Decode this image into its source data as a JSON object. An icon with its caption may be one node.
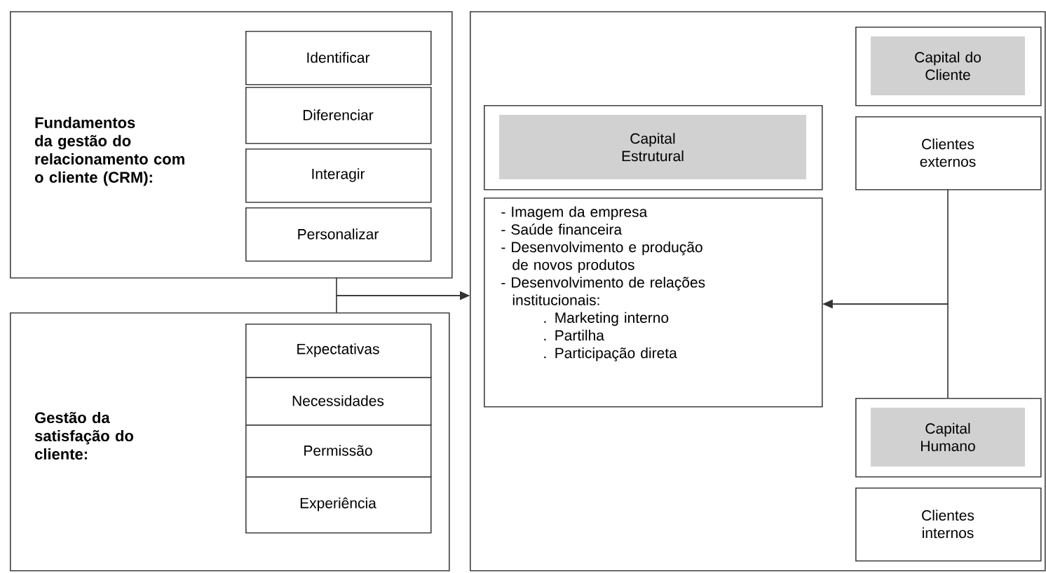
{
  "diagram": {
    "nodes": [
      {
        "text": [
          "Fundamentos da gestão do relacionamento com o cliente (CRM):"
        ]
      },
      {
        "text": [
          "Identificar"
        ],
        "in": 0
      },
      {
        "text": [
          "Diferenciar"
        ],
        "in": 0
      },
      {
        "text": [
          "Interagir"
        ],
        "in": 0
      },
      {
        "text": [
          "Personalizar"
        ],
        "in": 0
      },
      {
        "text": [
          "Gestão da satisfação do cliente:"
        ]
      },
      {
        "text": [
          "Expectativas"
        ],
        "in": 5
      },
      {
        "text": [
          "Necessidades"
        ],
        "in": 5
      },
      {
        "text": [
          "Permissão"
        ],
        "in": 5
      },
      {
        "text": [
          "Experiência"
        ],
        "in": 5
      },
      {
        "text": [],
        "shape": "box"
      },
      {
        "text": [
          "Capital Estrutural"
        ],
        "in": 10
      },
      {
        "text": [
          "- Imagem da empresa",
          "- Saúde financeira",
          "- Desenvolvimento e produção de novos produtos",
          "- Desenvolvimento de relações institucionais:",
          ". Marketing interno",
          ". Partilha",
          ". Participação direta"
        ],
        "in": 10
      },
      {
        "text": [
          "Capital do Cliente"
        ],
        "in": 10
      },
      {
        "text": [
          "Clientes externos"
        ],
        "in": 10
      },
      {
        "text": [
          "Capital Humano"
        ],
        "in": 10
      },
      {
        "text": [
          "Clientes internos"
        ],
        "in": 10
      }
    ],
    "edges": [
      {
        "from": 0,
        "to": 10,
        "arrow": "to"
      },
      {
        "from": 5,
        "to": 10,
        "arrow": "to"
      },
      {
        "from": 14,
        "to": 12,
        "arrow": "to"
      },
      {
        "from": 15,
        "to": 12,
        "arrow": "to"
      }
    ]
  }
}
